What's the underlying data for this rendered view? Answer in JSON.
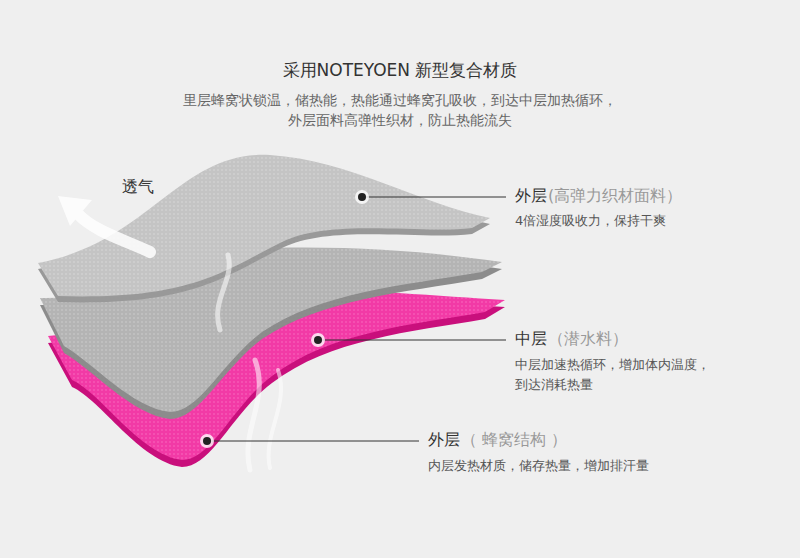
{
  "diagram": {
    "title": "采用NOTEYOEN 新型复合材质",
    "labels": [
      "里层蜂窝状锁温，储热能，热能通过蜂窝孔吸收，到达中层加热循环， 外层面料高弹性织材，防止热能流失",
      "透气",
      "外层",
      "(高弹力织材面料）",
      "4倍湿度吸收力，保持干爽",
      "中层",
      "（潜水料）",
      "中层加速热循环，增加体内温度， 到达消耗热量",
      "外层",
      "（ 蜂窝结构 ）",
      "内层发热材质，储存热量，增加排汗量"
    ]
  }
}
